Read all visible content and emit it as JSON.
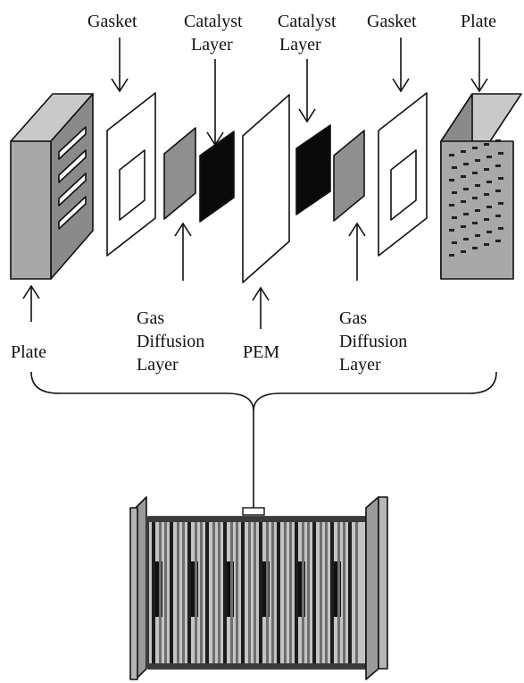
{
  "labels": {
    "gasket_left": "Gasket",
    "catalyst_left_line1": "Catalyst",
    "catalyst_left_line2": "Layer",
    "catalyst_right_line1": "Catalyst",
    "catalyst_right_line2": "Layer",
    "gasket_right": "Gasket",
    "plate_right": "Plate",
    "plate_left": "Plate",
    "gdl_left_line1": "Gas",
    "gdl_left_line2": "Diffusion",
    "gdl_left_line3": "Layer",
    "pem": "PEM",
    "gdl_right_line1": "Gas",
    "gdl_right_line2": "Diffusion",
    "gdl_right_line3": "Layer"
  },
  "colors": {
    "plate_front": "#a8a8a8",
    "plate_side": "#7e7e7e",
    "plate_top": "#c9c9c9",
    "gdl": "#8f8f8f",
    "catalyst": "#0a0a0a",
    "membrane": "#ffffff",
    "stack_dark": "#2a2a2a",
    "stack_mid": "#9a9a9a"
  }
}
